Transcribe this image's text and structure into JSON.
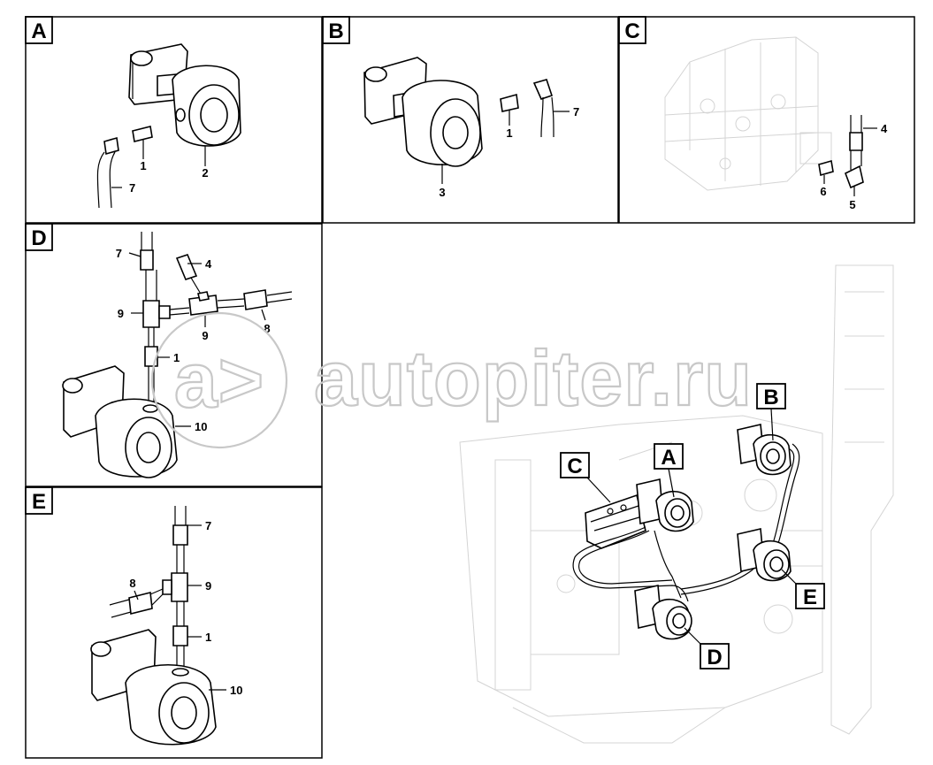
{
  "panels": {
    "A": {
      "label": "A",
      "parts": [
        "1",
        "2",
        "7"
      ]
    },
    "B": {
      "label": "B",
      "parts": [
        "1",
        "3",
        "7"
      ]
    },
    "C": {
      "label": "C",
      "parts": [
        "4",
        "5",
        "6"
      ]
    },
    "D": {
      "label": "D",
      "parts": [
        "7",
        "4",
        "9",
        "9",
        "8",
        "1",
        "10"
      ]
    },
    "E": {
      "label": "E",
      "parts": [
        "7",
        "8",
        "9",
        "1",
        "10"
      ]
    }
  },
  "overview": {
    "callouts": [
      "B",
      "C",
      "A",
      "E",
      "D"
    ]
  },
  "watermark": {
    "text": "autopiter.ru",
    "logo": "a>"
  }
}
